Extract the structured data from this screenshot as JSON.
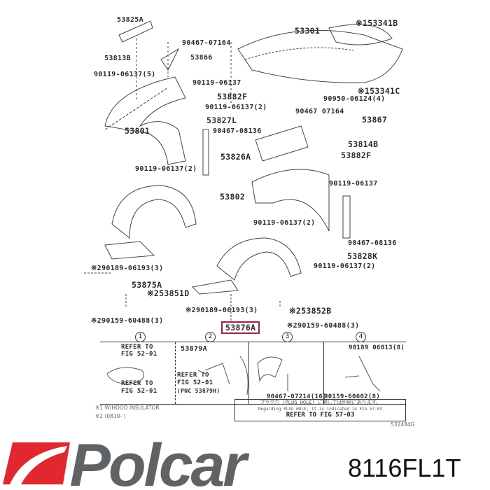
{
  "labels": [
    "53825A",
    "90467-07164",
    "53813B",
    "53866",
    "90119-06137(5)",
    "90119-06137",
    "53882F",
    "90119-06137(2)",
    "53801",
    "53827L",
    "90467-08136",
    "53826A",
    "90119-06137(2)",
    "53301",
    "※153341B",
    "※153341C",
    "90950-06124(4)",
    "90467 07164",
    "53867",
    "53814B",
    "53882F",
    "90119-06137",
    "53802",
    "90119-06137(2)",
    "90467-08136",
    "53828K",
    "90119-06137(2)",
    "※290189-06193(3)",
    "53875A",
    "※253851D",
    "※290189-06193(3)",
    "※253852B",
    "※290159-60488(3)",
    "※290159-60488(3)"
  ],
  "highlighted_part": "53876A",
  "callouts": [
    "1",
    "2",
    "3",
    "4"
  ],
  "detail_table": [
    {
      "number": "1",
      "lines": [
        "REFER TO",
        "FIG 52-01",
        "REFER TO",
        "FIG 52-01"
      ]
    },
    {
      "number": "2",
      "lines": [
        "53879A",
        "REFER TO",
        "FIG 52-01",
        "(PNC 53879H)"
      ]
    },
    {
      "number": "3",
      "lines": [
        "90467-07214(16)"
      ]
    },
    {
      "number": "4",
      "lines": [
        "90189 06013(8)",
        "90159-60602(8)"
      ]
    }
  ],
  "note": {
    "line1": "プラグ穴 (PLUG HOLE) に関しては別図にあります。",
    "line2": "Regarding PLUG HOLE, it is indicated in FIG 57-03",
    "line3": "REFER TO FIG 57-03"
  },
  "footnotes": [
    "※1 W/HOOD INSULATOR",
    "※2 (0810-    )"
  ],
  "figure_code": "532484G",
  "brand": {
    "name": "Polcar",
    "logo_color": "#e0282e",
    "text_color": "#606366"
  },
  "part_number": "8116FL1T"
}
